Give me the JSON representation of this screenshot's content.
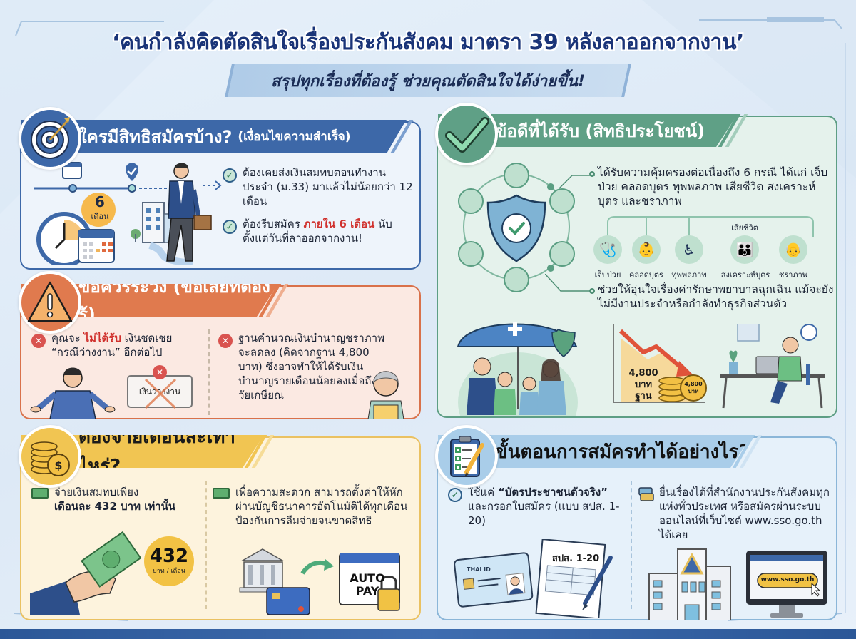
{
  "header": {
    "title": "‘คนกำลังคิดตัดสินใจเรื่องประกันสังคม มาตรา 39 หลังลาออกจากงาน’",
    "subtitle": "สรุปทุกเรื่องที่ต้องรู้ ช่วยคุณตัดสินใจได้ง่ายขึ้น!"
  },
  "colors": {
    "eligibility": "#3d68a8",
    "warning": "#e07a4e",
    "payment": "#f1c552",
    "benefits": "#5fa086",
    "steps": "#a9cde9",
    "title": "#1a3478",
    "highlight_red": "#d0312d"
  },
  "eligibility": {
    "icon": "target-icon",
    "heading": "ใครมีสิทธิสมัครบ้าง?",
    "heading_small": "(เงื่อนไขความสำเร็จ)",
    "badge_number": "6",
    "badge_unit": "เดือน",
    "items": [
      {
        "text": "ต้องเคยส่งเงินสมทบตอนทำงานประจำ (ม.33) มาแล้วไม่น้อยกว่า 12 เดือน"
      },
      {
        "text_before": "ต้องรีบสมัคร ",
        "highlight": "ภายใน 6 เดือน",
        "text_after": " นับตั้งแต่วันที่ลาออกจากงาน!"
      }
    ]
  },
  "warning": {
    "icon": "warning-icon",
    "heading": "ข้อควรระวัง (ข้อเสียที่ต้องรู้)",
    "items": [
      {
        "text_before": "คุณจะ ",
        "highlight": "ไม่ได้รับ",
        "text_after": " เงินชดเชย “กรณีว่างงาน” อีกต่อไป"
      },
      {
        "text": "ฐานคำนวณเงินบำนาญชราภาพจะลดลง (คิดจากฐาน 4,800 บาท) ซึ่งอาจทำให้ได้รับเงินบำนาญรายเดือนน้อยลงเมื่อถึงวัยเกษียณ"
      }
    ],
    "crossed_label": "เงินว่างงาน"
  },
  "payment": {
    "icon": "coins-icon",
    "heading": "ต้องจ่ายเดือนละเท่าไหร่?",
    "items": [
      {
        "line1": "จ่ายเงินสมทบเพียง",
        "line2": "เดือนละ 432 บาท เท่านั้น"
      },
      {
        "text": "เพื่อความสะดวก สามารถตั้งค่าให้หักผ่านบัญชีธนาคารอัตโนมัติได้ทุกเดือน ป้องกันการลืมจ่ายจนขาดสิทธิ"
      }
    ],
    "amount": "432",
    "amount_unit": "บาท / เดือน",
    "autopay_line1": "AUTO",
    "autopay_line2": "PAY"
  },
  "benefits": {
    "icon": "check-icon",
    "heading": "ข้อดีที่ได้รับ (สิทธิประโยชน์)",
    "point1": "ได้รับความคุ้มครองต่อเนื่องถึง 6 กรณี ได้แก่ เจ็บป่วย คลอดบุตร ทุพพลภาพ เสียชีวิต สงเคราะห์บุตร และชราภาพ",
    "categories": [
      {
        "label": "เจ็บป่วย",
        "icon": "stethoscope-icon"
      },
      {
        "label": "คลอดบุตร",
        "icon": "baby-icon"
      },
      {
        "label": "ทุพพลภาพ",
        "icon": "wheelchair-icon"
      },
      {
        "label": "สงเคราะห์บุตร",
        "icon": "family-icon",
        "top_label": "เสียชีวิต"
      },
      {
        "label": "ชราภาพ",
        "icon": "elderly-icon"
      }
    ],
    "point2": "ช่วยให้อุ่นใจเรื่องค่ารักษาพยาบาลฉุกเฉิน แม้จะยังไม่มีงานประจำหรือกำลังทำธุรกิจส่วนตัว",
    "chart_label1": "4,800 บาท",
    "chart_label2": "ฐาน",
    "coin_label1": "4,800",
    "coin_label2": "บาท"
  },
  "steps": {
    "icon": "clipboard-icon",
    "heading": "ขั้นตอนการสมัครทำได้อย่างไร?",
    "item1_before": "ใช้แค่ ",
    "item1_bold": "“บัตรประชาชนตัวจริง”",
    "item1_after": " และกรอกใบสมัคร (แบบ สปส. 1-20)",
    "form_label": "สปส. 1-20",
    "card_label": "THAI ID",
    "item2": "ยื่นเรื่องได้ที่สำนักงานประกันสังคมทุกแห่งทั่วประเทศ หรือสมัครผ่านระบบออนไลน์ที่เว็บไซต์ www.sso.go.th ได้เลย",
    "website": "www.sso.go.th"
  }
}
